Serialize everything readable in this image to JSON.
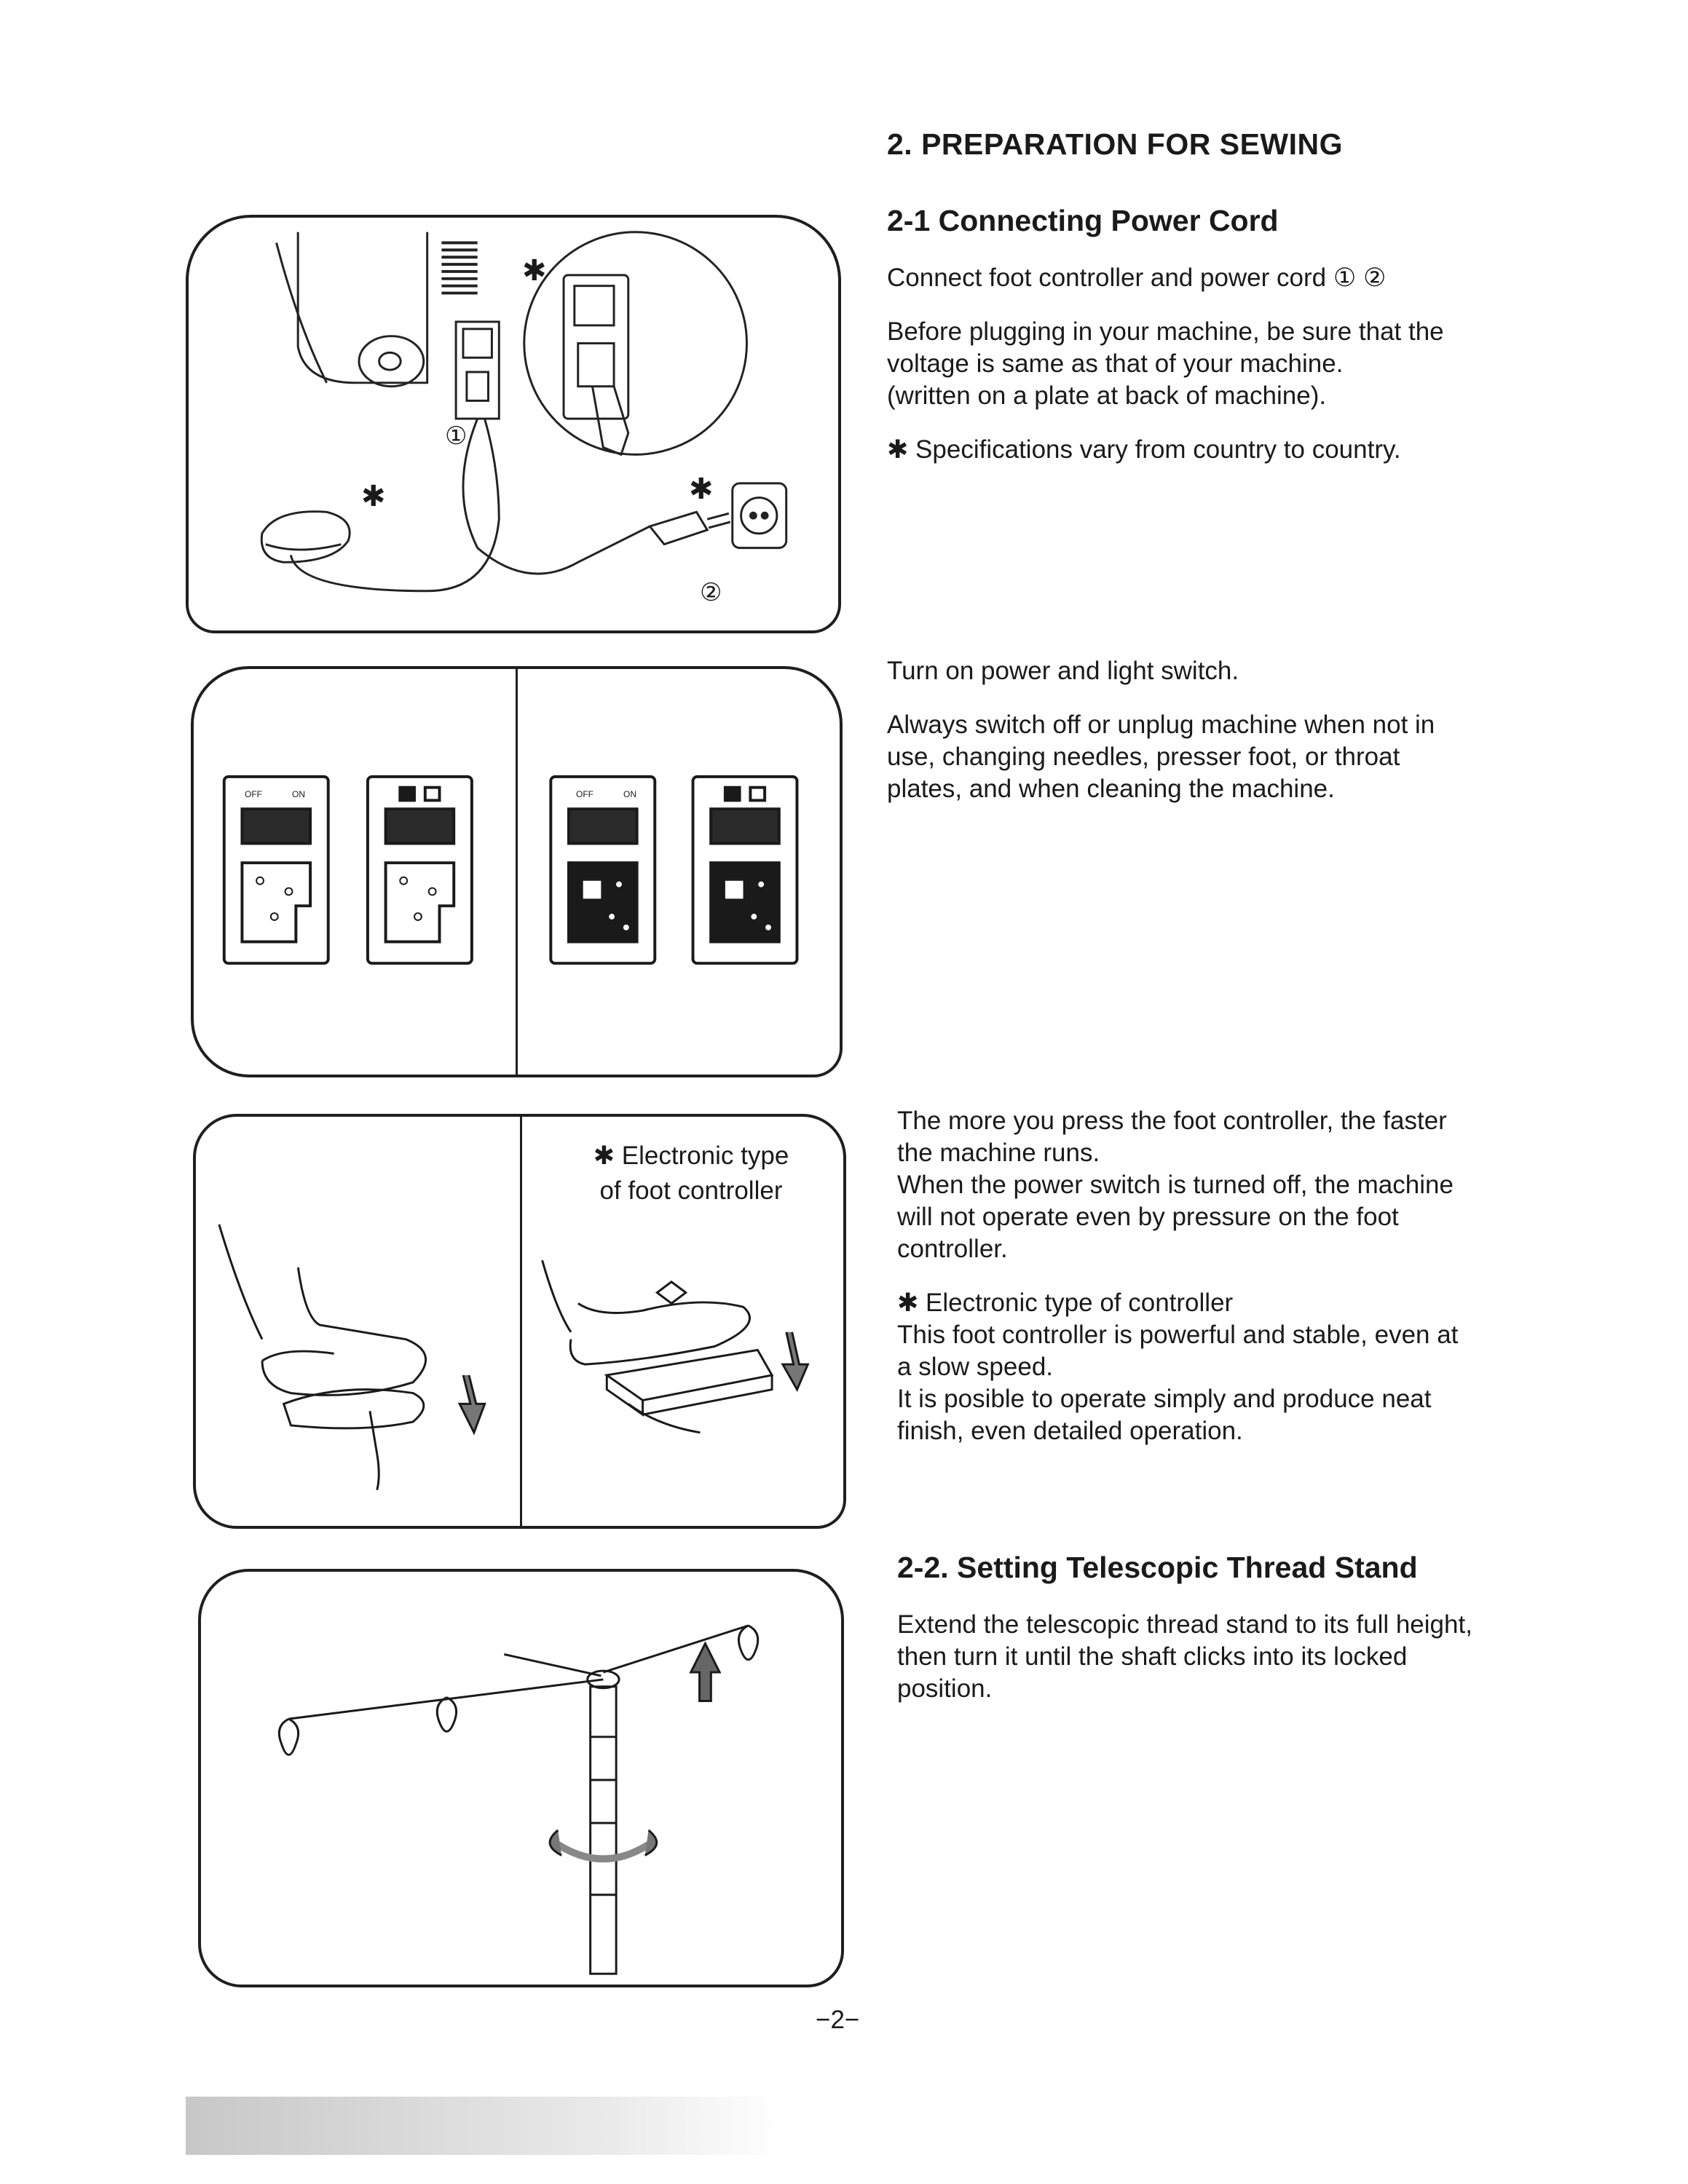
{
  "section": {
    "title": "2. PREPARATION FOR SEWING"
  },
  "power_cord": {
    "heading": "2-1 Connecting Power Cord",
    "p1": "Connect foot controller and power cord ① ②",
    "p2_lines": [
      "Before plugging in your machine, be sure that the",
      "voltage is same as that of your machine.",
      "(written on a plate at back of machine)."
    ],
    "p3": "✱ Specifications vary from country to country.",
    "fig_labels": {
      "c1": "①",
      "c2": "②",
      "star": "✱"
    }
  },
  "switch": {
    "p1": "Turn on power and light switch.",
    "p2_lines": [
      "Always switch off or unplug machine when not in",
      "use, changing needles, presser foot, or throat",
      "plates, and when cleaning the machine."
    ],
    "switch_labels": {
      "off": "OFF",
      "on": "ON"
    }
  },
  "foot_controller": {
    "fig_note_lines": [
      "✱ Electronic type",
      "of foot controller"
    ],
    "p1_lines": [
      "The more you press the foot controller, the faster",
      "the machine runs.",
      "When the power switch is turned off, the machine",
      "will not operate even by pressure on the foot",
      "controller."
    ],
    "p2_lines": [
      "✱ Electronic type of controller",
      "This foot controller is powerful and stable, even at",
      "a slow speed.",
      "It is posible to operate simply and produce neat",
      "finish, even detailed operation."
    ]
  },
  "thread_stand": {
    "heading": "2-2. Setting Telescopic Thread Stand",
    "p1_lines": [
      "Extend the telescopic thread stand to its full height,",
      "then turn it until the shaft clicks into its locked",
      "position."
    ]
  },
  "page_number": "−2−"
}
